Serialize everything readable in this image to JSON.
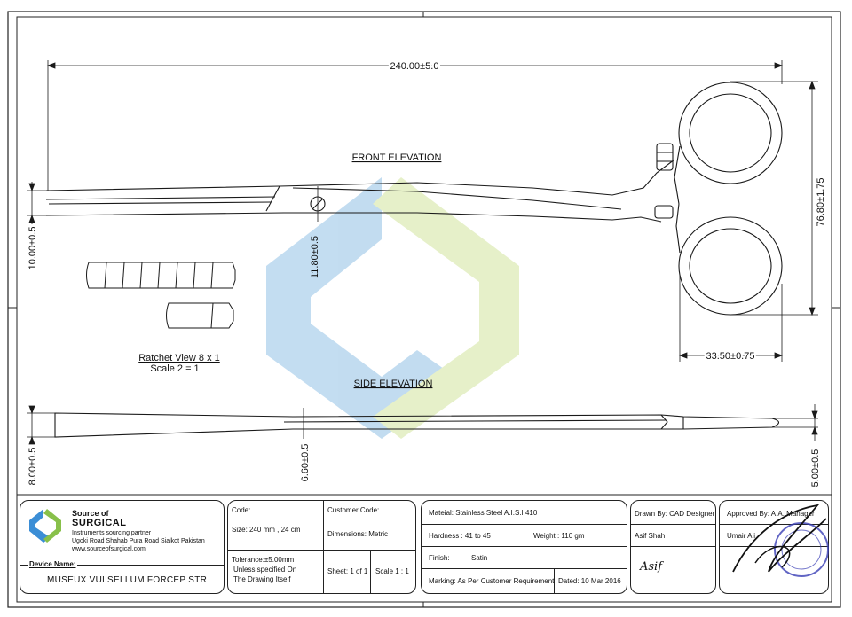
{
  "views": {
    "front_elevation": "FRONT ELEVATION",
    "side_elevation": "SIDE ELEVATION",
    "ratchet_view": "Ratchet View 8 x 1",
    "ratchet_scale": "Scale 2 = 1"
  },
  "dimensions": {
    "overall_length": "240.00±5.0",
    "ring_height": "76.80±1.75",
    "ring_width": "33.50±0.75",
    "tip_height_front": "10.00±0.5",
    "box_joint": "11.80±0.5",
    "tip_height_side": "8.00±0.5",
    "jaw_side": "6.60±0.5",
    "ring_side": "5.00±0.5"
  },
  "company": {
    "line1": "Source of",
    "line2": "SURGICAL",
    "tagline": "Instruments sourcing partner",
    "address": "Ugoki Road Shahab Pura Road Sialkot Pakistan",
    "website": "www.sourceofsurgical.com",
    "device_label": "Device Name:",
    "device_name": "MUSEUX VULSELLUM FORCEP STR"
  },
  "spec": {
    "code": "Code:",
    "customer_code": "Customer Code:",
    "size": "Size:  240 mm , 24 cm",
    "dimensions": "Dimensions: Metric",
    "tolerance_1": "Tolerance:±5.00mm",
    "tolerance_2": "Unless specified On",
    "tolerance_3": "The Drawing Itself",
    "sheet": "Sheet: 1 of 1",
    "scale": "Scale 1 : 1"
  },
  "material": {
    "material": "Mateial: Stainless Steel A.I.S.I 410",
    "hardness": "Hardness  :  41 to 45",
    "weight": "Weight  :  110 gm",
    "finish_label": "Finish:",
    "finish_value": "Satin",
    "marking": "Marking: As Per Customer Requirement",
    "dated": "Dated: 10 Mar 2016"
  },
  "drawn": {
    "drawn_by": "Drawn By: CAD Designer",
    "name": "Asif Shah",
    "signature": "Asif"
  },
  "approved": {
    "approved_by": "Approved By: A.A. Manager",
    "name": "Umair Ali"
  },
  "colors": {
    "line": "#1a1a1a",
    "watermark_blue": "#bcd9ef",
    "watermark_green": "#e4efc4",
    "stamp": "#3a3fb5"
  }
}
